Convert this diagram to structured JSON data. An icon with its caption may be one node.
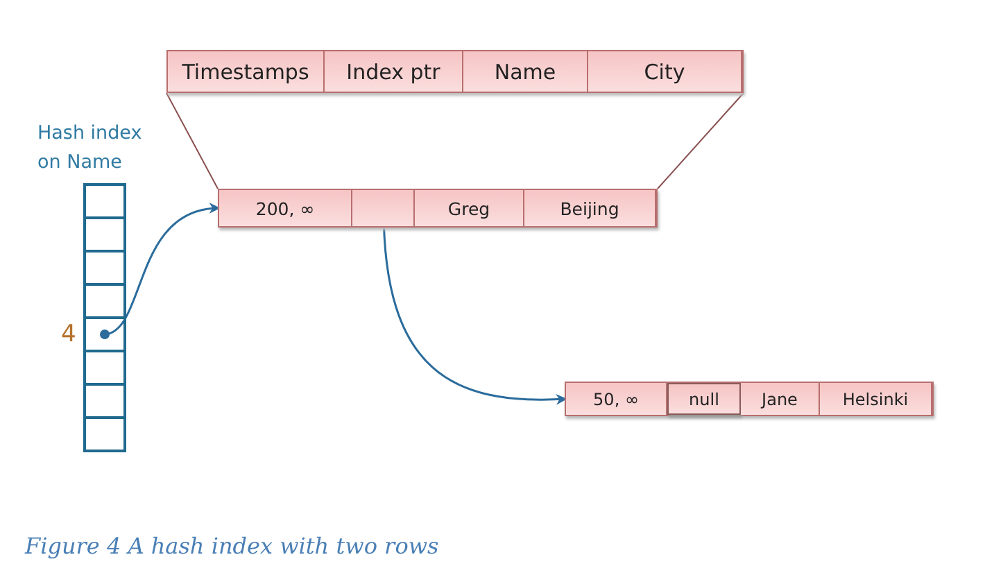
{
  "diagram": {
    "caption": "Figure 4 A hash index with two rows",
    "nodes": [
      {
        "text": [],
        "shape": "box"
      },
      {
        "text": [
          "Timestamps"
        ],
        "in": 0
      },
      {
        "text": [
          "Index ptr"
        ],
        "in": 0
      },
      {
        "text": [
          "Name"
        ],
        "in": 0
      },
      {
        "text": [
          "City"
        ],
        "in": 0
      },
      {
        "text": [
          "Hash index on Name"
        ]
      },
      {
        "text": [],
        "shape": "box",
        "in": 5
      },
      {
        "text": [],
        "shape": "box",
        "in": 5
      },
      {
        "text": [],
        "shape": "box",
        "in": 5
      },
      {
        "text": [],
        "shape": "box",
        "in": 5
      },
      {
        "text": [],
        "shape": "box",
        "in": 5,
        "beside": [
          "4"
        ]
      },
      {
        "text": [],
        "shape": "box",
        "in": 5
      },
      {
        "text": [],
        "shape": "box",
        "in": 5
      },
      {
        "text": [],
        "shape": "box",
        "in": 5
      },
      {
        "text": [],
        "shape": "box"
      },
      {
        "text": [
          "200, ∞"
        ],
        "in": 14
      },
      {
        "text": [],
        "shape": "box",
        "in": 14
      },
      {
        "text": [
          "Greg"
        ],
        "in": 14
      },
      {
        "text": [
          "Beijing"
        ],
        "in": 14
      },
      {
        "text": [],
        "shape": "box"
      },
      {
        "text": [
          "50, ∞"
        ],
        "in": 19
      },
      {
        "text": [
          "null"
        ],
        "in": 19
      },
      {
        "text": [
          "Jane"
        ],
        "in": 19
      },
      {
        "text": [
          "Helsinki"
        ],
        "in": 19
      }
    ],
    "edges": [
      {
        "from": 0,
        "to": 14,
        "arrow": "none"
      },
      {
        "from": 0,
        "to": 14,
        "arrow": "none"
      },
      {
        "from": 10,
        "to": 15,
        "arrow": "to",
        "color": "#2b6c9c"
      },
      {
        "from": 16,
        "to": 20,
        "arrow": "to",
        "color": "#2b6c9c"
      }
    ]
  }
}
